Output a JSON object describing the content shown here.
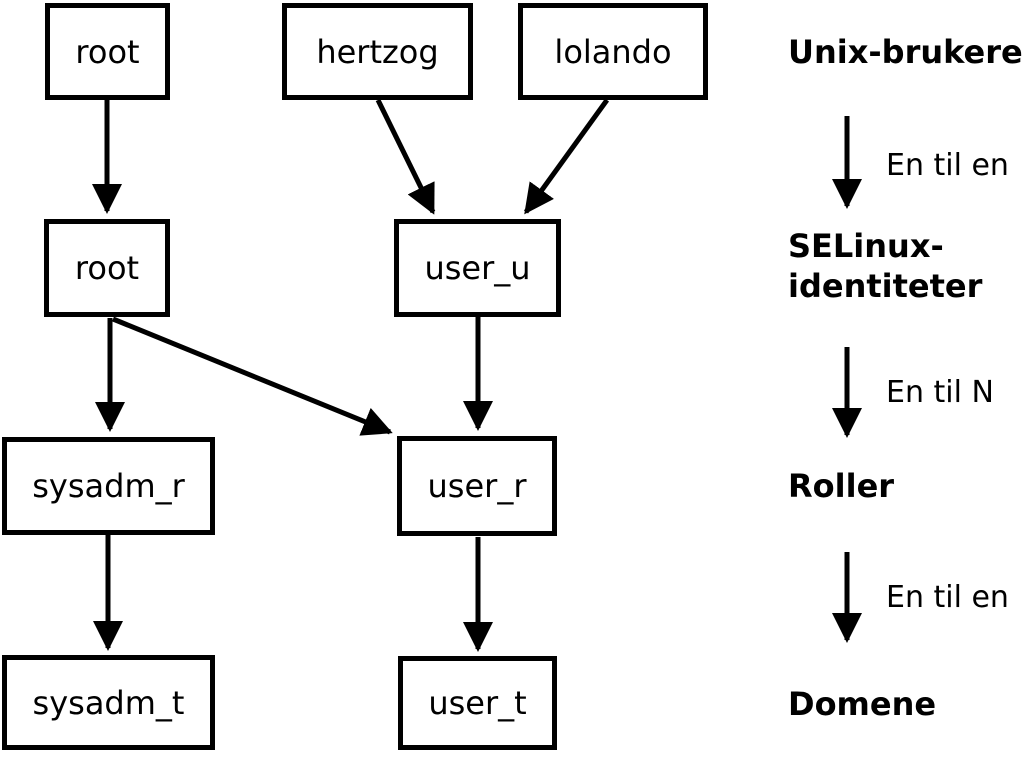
{
  "diagram": {
    "nodes": {
      "root_unix": {
        "label": "root"
      },
      "hertzog": {
        "label": "hertzog"
      },
      "lolando": {
        "label": "lolando"
      },
      "root_selinux": {
        "label": "root"
      },
      "user_u": {
        "label": "user_u"
      },
      "sysadm_r": {
        "label": "sysadm_r"
      },
      "user_r": {
        "label": "user_r"
      },
      "sysadm_t": {
        "label": "sysadm_t"
      },
      "user_t": {
        "label": "user_t"
      }
    },
    "edges": [
      {
        "from": "root_unix",
        "to": "root_selinux"
      },
      {
        "from": "hertzog",
        "to": "user_u"
      },
      {
        "from": "lolando",
        "to": "user_u"
      },
      {
        "from": "root_selinux",
        "to": "sysadm_r"
      },
      {
        "from": "root_selinux",
        "to": "user_r"
      },
      {
        "from": "user_u",
        "to": "user_r"
      },
      {
        "from": "sysadm_r",
        "to": "sysadm_t"
      },
      {
        "from": "user_r",
        "to": "user_t"
      }
    ]
  },
  "legend": {
    "levels": [
      {
        "label": "Unix-brukere"
      },
      {
        "label": "SELinux-\nidentiteter"
      },
      {
        "label": "Roller"
      },
      {
        "label": "Domene"
      }
    ],
    "arrow_labels": [
      {
        "label": "En til en"
      },
      {
        "label": "En til N"
      },
      {
        "label": "En til en"
      }
    ]
  },
  "colors": {
    "line": "#000000",
    "box_fill": "#ffffff",
    "background": "#ffffff"
  }
}
